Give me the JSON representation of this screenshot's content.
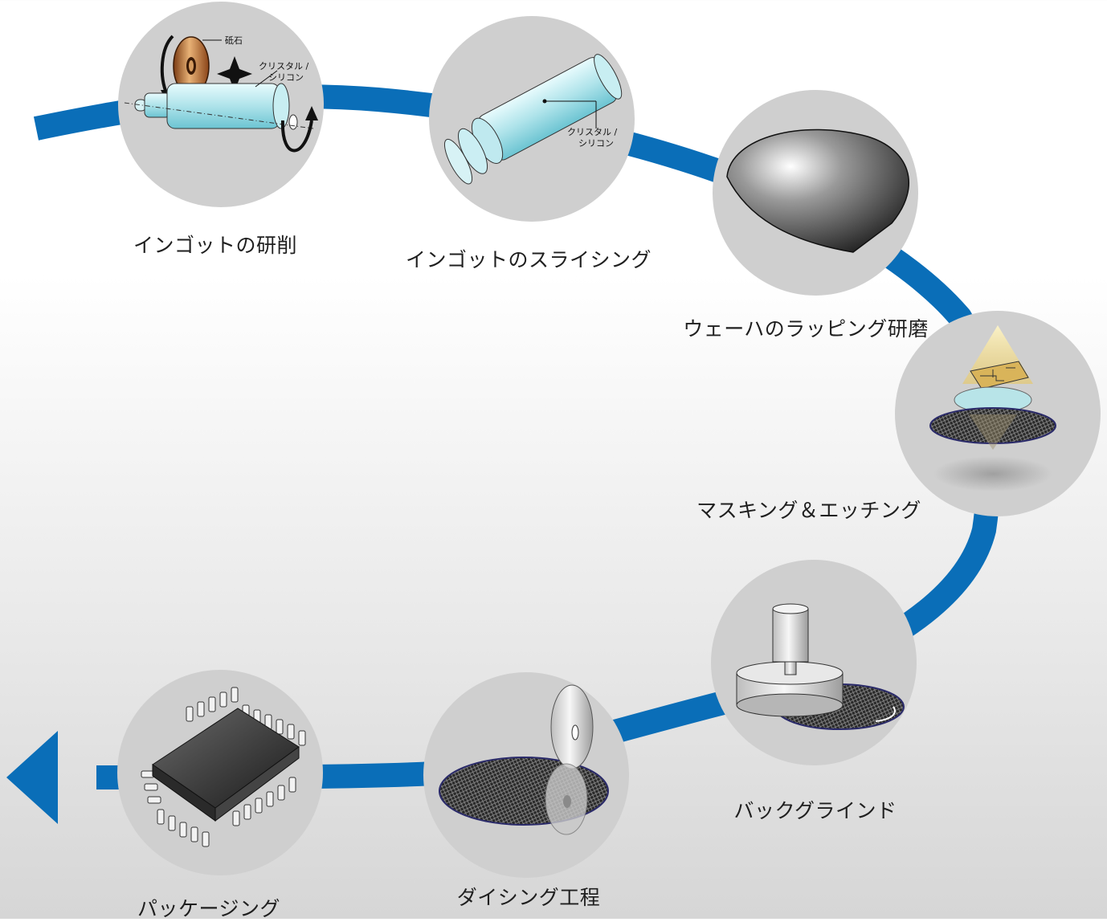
{
  "steps": [
    {
      "id": "ingot-grinding",
      "label": "インゴットの研削"
    },
    {
      "id": "ingot-slicing",
      "label": "インゴットのスライシング"
    },
    {
      "id": "wafer-lapping",
      "label": "ウェーハのラッピング研磨"
    },
    {
      "id": "masking-etching",
      "label": "マスキング＆エッチング"
    },
    {
      "id": "backgrind",
      "label": "バックグラインド"
    },
    {
      "id": "dicing",
      "label": "ダイシング工程"
    },
    {
      "id": "packaging",
      "label": "パッケージング"
    }
  ],
  "callouts": {
    "grinding_stone": "砥石",
    "crystal_line1": "クリスタル /",
    "crystal_line2": "シリコン"
  },
  "colors": {
    "path": "#0a6eb8",
    "circle": "#cfcfcf",
    "label": "#1f1f1f"
  },
  "icons": [
    "grinding-wheel-icon",
    "ingot-icon",
    "sliced-ingot-icon",
    "wafer-icon",
    "mask-light-icon",
    "backgrind-head-icon",
    "dicing-saw-icon",
    "chip-package-icon",
    "flow-arrow-icon"
  ]
}
